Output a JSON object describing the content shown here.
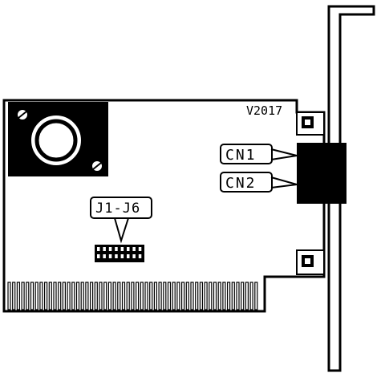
{
  "labels": {
    "model": "V2017",
    "cn1": "CN1",
    "cn2": "CN2",
    "jumper_block": "J1-J6"
  },
  "colors": {
    "ink": "#000000",
    "paper": "#ffffff"
  },
  "components": {
    "bracket": "mounting-bracket",
    "connector": "db-connector",
    "component": "round-component-on-black-pad",
    "edge": "edge-connector",
    "jumpers": "jumper-pin-block"
  }
}
